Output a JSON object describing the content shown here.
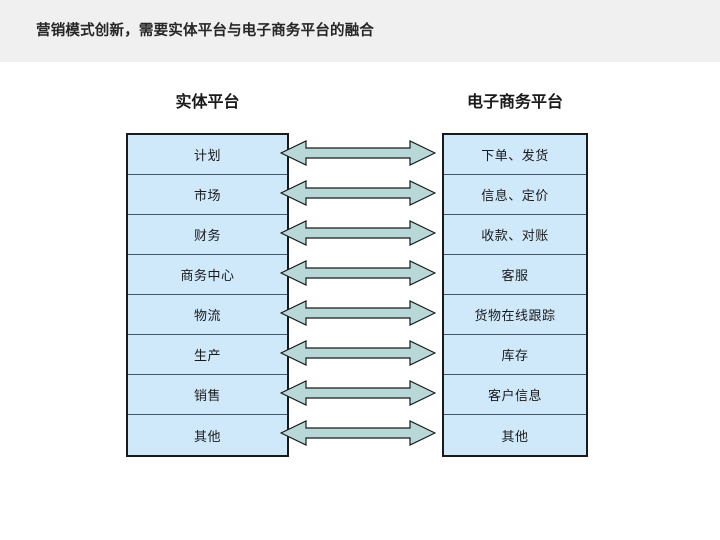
{
  "header": {
    "title": "营销模式创新，需要实体平台与电子商务平台的融合",
    "background_color": "#f0f0f0"
  },
  "diagram": {
    "type": "two-column-mapping",
    "columns": [
      {
        "id": "physical-platform",
        "heading": "实体平台",
        "items": [
          "计划",
          "市场",
          "财务",
          "商务中心",
          "物流",
          "生产",
          "销售",
          "其他"
        ]
      },
      {
        "id": "ecommerce-platform",
        "heading": "电子商务平台",
        "items": [
          "下单、发货",
          "信息、定价",
          "收款、对账",
          "客服",
          "货物在线跟踪",
          "库存",
          "客户信息",
          "其他"
        ]
      }
    ],
    "connectors": {
      "icon": "double-headed-arrow-icon",
      "count": 8,
      "fill_color": "#b8d8d8",
      "stroke_color": "#1a1a1a"
    },
    "colors": {
      "cell_fill": "#cfe8fa",
      "cell_border": "#44596b",
      "table_border": "#1a1a1a",
      "text": "#1a1a1a",
      "canvas": "#ffffff"
    }
  }
}
